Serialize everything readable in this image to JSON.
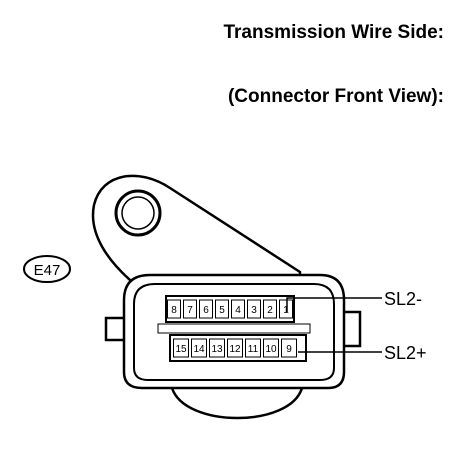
{
  "header": {
    "title": "Transmission Wire Side:",
    "subtitle": "(Connector Front View):"
  },
  "connector": {
    "id": "E47",
    "top_row": [
      "8",
      "7",
      "6",
      "5",
      "4",
      "3",
      "2",
      "1"
    ],
    "bottom_row": [
      "15",
      "14",
      "13",
      "12",
      "11",
      "10",
      "9"
    ]
  },
  "callouts": {
    "upper": "SL2-",
    "lower": "SL2+"
  }
}
